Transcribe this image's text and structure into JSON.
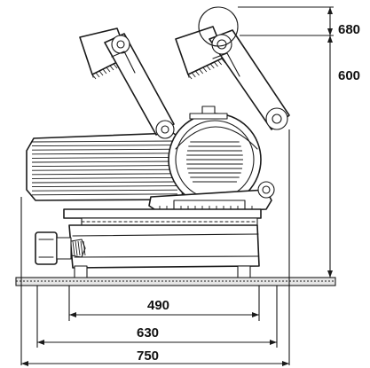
{
  "dimensions": {
    "height_upper": "680",
    "height_lower": "600",
    "width_inner": "490",
    "width_middle": "630",
    "width_outer": "750"
  }
}
